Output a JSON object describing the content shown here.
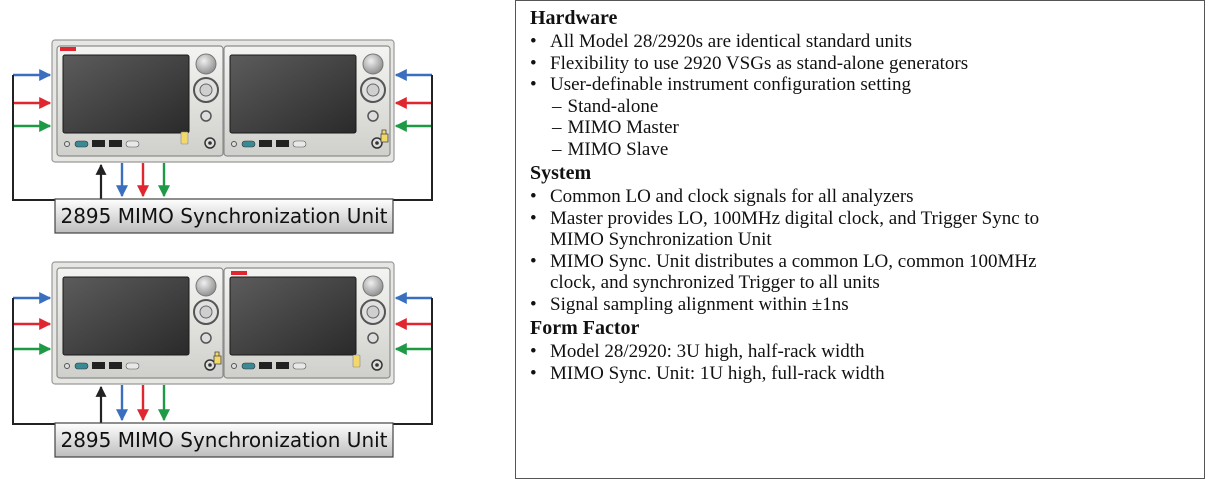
{
  "diagram": {
    "sync_units": [
      {
        "label": "2895 MIMO Synchronization Unit"
      },
      {
        "label": "2895 MIMO Synchronization Unit"
      }
    ],
    "colors": {
      "blue": "#3a6fbf",
      "red": "#e0262e",
      "green": "#1e9a46",
      "black": "#222222"
    }
  },
  "sections": [
    {
      "title": "Hardware",
      "items": [
        {
          "type": "bullet",
          "text": "All Model 28/2920s are identical standard units"
        },
        {
          "type": "bullet",
          "text": "Flexibility to use 2920 VSGs as stand-alone generators"
        },
        {
          "type": "bullet",
          "text": "User-definable instrument configuration setting"
        },
        {
          "type": "dash",
          "text": "Stand-alone"
        },
        {
          "type": "dash",
          "text": "MIMO Master"
        },
        {
          "type": "dash",
          "text": "MIMO Slave"
        }
      ]
    },
    {
      "title": "System",
      "items": [
        {
          "type": "bullet",
          "text": "Common LO and clock signals for all analyzers"
        },
        {
          "type": "bullet",
          "text": "Master provides LO, 100MHz digital clock, and Trigger Sync to"
        },
        {
          "type": "cont",
          "text": "MIMO Synchronization Unit"
        },
        {
          "type": "bullet",
          "text": "MIMO Sync. Unit distributes a common LO, common 100MHz"
        },
        {
          "type": "cont",
          "text": "clock, and synchronized Trigger to all units"
        },
        {
          "type": "bullet",
          "text": "Signal sampling alignment within ±1ns"
        }
      ]
    },
    {
      "title": "Form Factor",
      "items": [
        {
          "type": "bullet",
          "text": "Model 28/2920: 3U high, half-rack width"
        },
        {
          "type": "bullet",
          "text": "MIMO Sync. Unit: 1U high, full-rack width"
        }
      ]
    }
  ]
}
